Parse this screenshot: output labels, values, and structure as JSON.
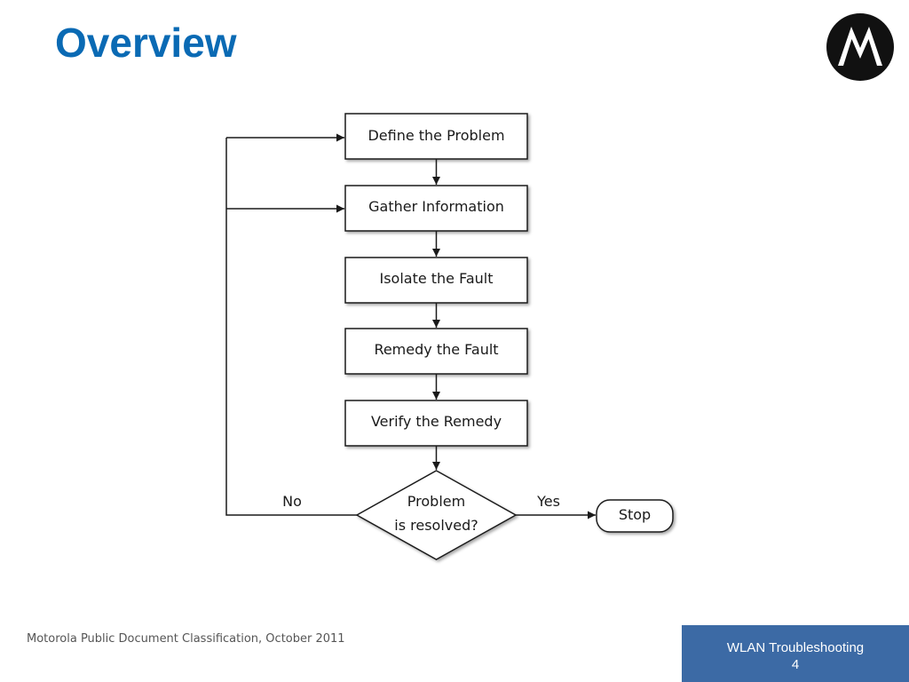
{
  "slide": {
    "title": "Overview",
    "logo": {
      "icon": "motorola-logo-icon",
      "background": "#111111",
      "mark_color": "#ffffff"
    }
  },
  "flowchart": {
    "steps": [
      "Define the Problem",
      "Gather Information",
      "Isolate the Fault",
      "Remedy the Fault",
      "Verify the Remedy"
    ],
    "decision": {
      "line1": "Problem",
      "line2": "is resolved?"
    },
    "no_label": "No",
    "yes_label": "Yes",
    "terminal": "Stop"
  },
  "footer": {
    "classification": "Motorola Public Document Classification, October 2011",
    "deck_title": "WLAN Troubleshooting",
    "page_number": "4",
    "box_color": "#3c6aa5"
  },
  "colors": {
    "title": "#0a6ab4",
    "line": "#1a1a1a"
  }
}
